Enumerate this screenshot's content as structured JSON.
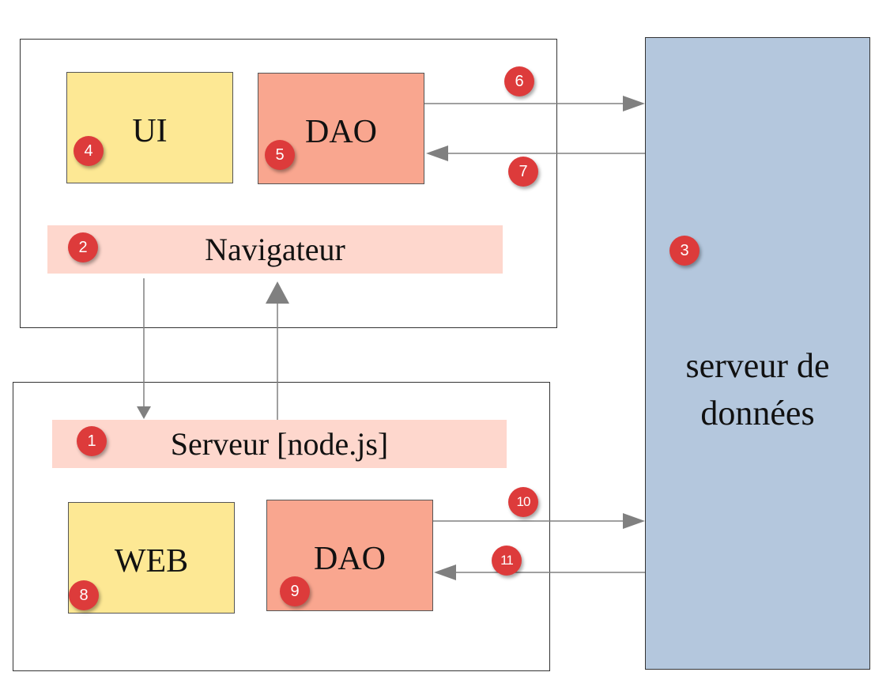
{
  "browser": {
    "ui_label": "UI",
    "dao_label": "DAO",
    "navigator_label": "Navigateur"
  },
  "node_server": {
    "server_label": "Serveur [node.js]",
    "web_label": "WEB",
    "dao_label": "DAO"
  },
  "data_server": {
    "label_line1": "serveur de",
    "label_line2": "données"
  },
  "badges": {
    "b1": "1",
    "b2": "2",
    "b3": "3",
    "b4": "4",
    "b5": "5",
    "b6": "6",
    "b7": "7",
    "b8": "8",
    "b9": "9",
    "b10": "10",
    "b11": "11"
  },
  "colors": {
    "ui": "#fde894",
    "dao": "#f9a68f",
    "band": "#fed7cd",
    "server": "#b4c7dd",
    "badge": "#dd3b3b",
    "arrow": "#808080"
  }
}
